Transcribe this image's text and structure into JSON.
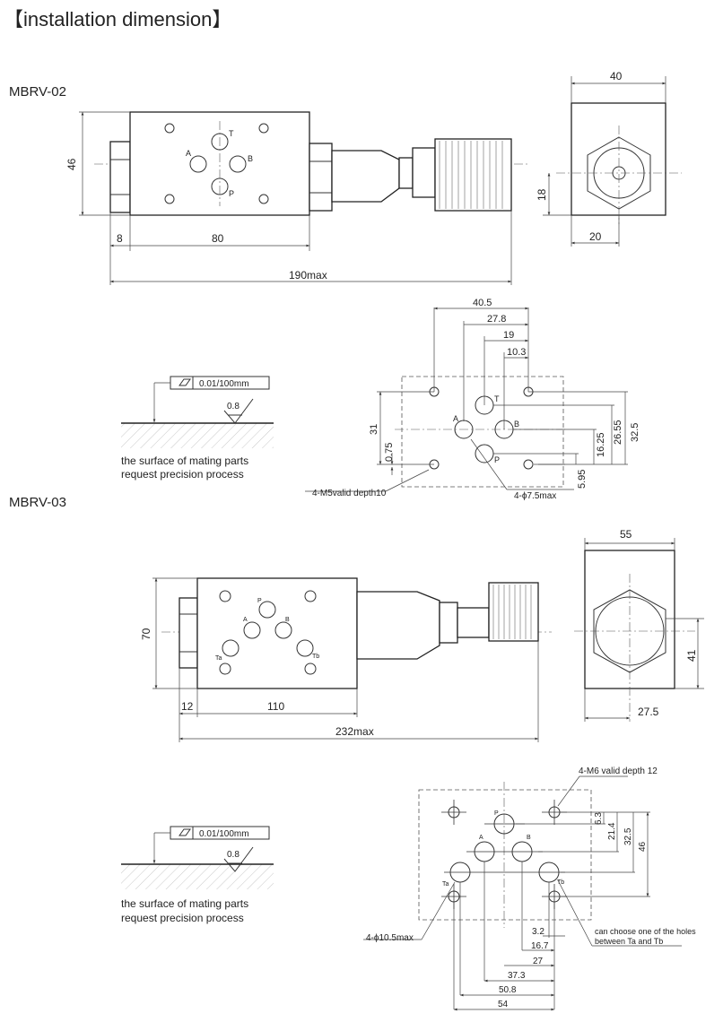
{
  "title": "【installation dimension】",
  "mbrv02": {
    "label": "MBRV-02",
    "side": {
      "height": "46",
      "nut": "8",
      "body": "80",
      "total": "190max",
      "ports": [
        "A",
        "T",
        "B",
        "P"
      ]
    },
    "end": {
      "width": "40",
      "height": "18",
      "offset": "20"
    },
    "tolerance": {
      "value": "0.01/100mm",
      "roughness": "0.8",
      "note_line1": "the surface of mating parts",
      "note_line2": "request precision process"
    },
    "pattern": {
      "dims_top": [
        "40.5",
        "27.8",
        "19",
        "10.3"
      ],
      "dims_left": [
        "31",
        "0.75"
      ],
      "dims_right": [
        "32.5",
        "26.55",
        "16.25",
        "5.95"
      ],
      "thread_note": "4-M5valid depth10",
      "port_note": "4-ϕ7.5max",
      "ports": [
        "A",
        "T",
        "B",
        "P"
      ]
    }
  },
  "mbrv03": {
    "label": "MBRV-03",
    "side": {
      "height": "70",
      "nut": "12",
      "body": "110",
      "total": "232max",
      "ports": [
        "P",
        "A",
        "B",
        "Ta",
        "Tb"
      ]
    },
    "end": {
      "width": "55",
      "height": "41",
      "offset": "27.5"
    },
    "tolerance": {
      "value": "0.01/100mm",
      "roughness": "0.8",
      "note_line1": "the surface of mating parts",
      "note_line2": "request precision process"
    },
    "pattern": {
      "thread_note": "4-M6 valid depth 12",
      "dims_right": [
        "6.3",
        "21.4",
        "32.5",
        "46"
      ],
      "dims_bottom": [
        "3.2",
        "16.7",
        "27",
        "37.3",
        "50.8",
        "54"
      ],
      "port_note": "4-ϕ10.5max",
      "choose_note_line1": "can choose one of the holes",
      "choose_note_line2": "between Ta and Tb",
      "ports": [
        "P",
        "A",
        "B",
        "Ta",
        "Tb"
      ]
    }
  }
}
